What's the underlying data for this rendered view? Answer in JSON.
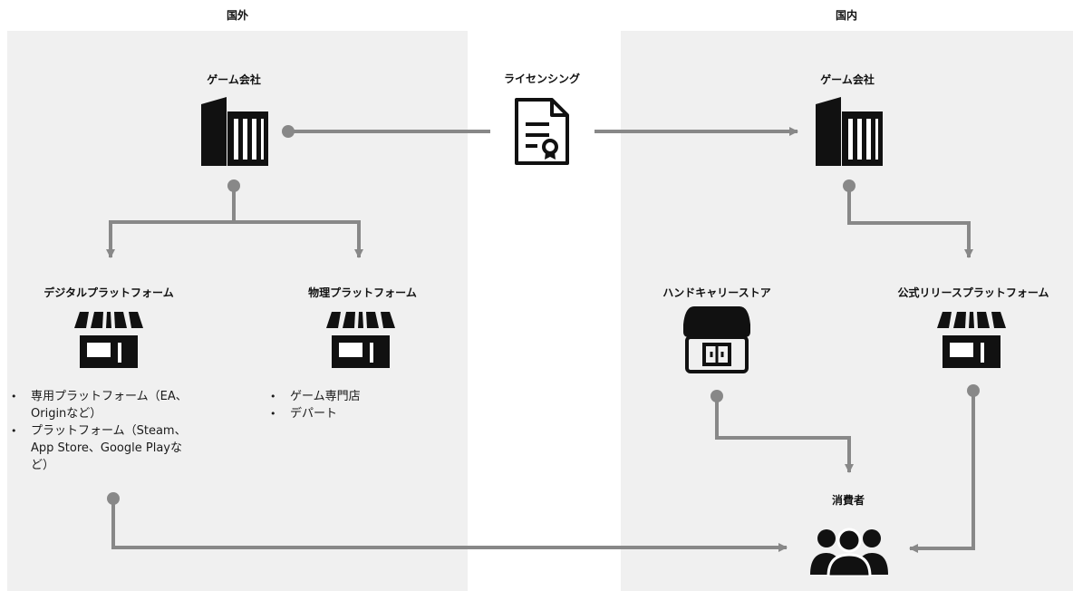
{
  "regions": {
    "overseas": "国外",
    "domestic": "国内"
  },
  "nodes": {
    "overseas_company": "ゲーム会社",
    "licensing": "ライセンシング",
    "domestic_company": "ゲーム会社",
    "digital_platform": "デジタルプラットフォーム",
    "physical_platform": "物理プラットフォーム",
    "hand_carry_store": "ハンドキャリーストア",
    "official_release_platform": "公式リリースプラットフォーム",
    "consumers": "消費者"
  },
  "digital_platform_items": [
    "専用プラットフォーム（EA、Originなど）",
    "プラットフォーム（Steam、App Store、Google Playなど）"
  ],
  "physical_platform_items": [
    "ゲーム専門店",
    "デパート"
  ],
  "icons": {
    "company": "building-icon",
    "licensing": "certificate-icon",
    "platform": "storefront-icon",
    "hand_carry_store": "kiosk-store-icon",
    "consumers": "people-group-icon"
  },
  "colors": {
    "panel_background": "#f0f0f0",
    "connector": "#888888",
    "icon": "#111111"
  }
}
